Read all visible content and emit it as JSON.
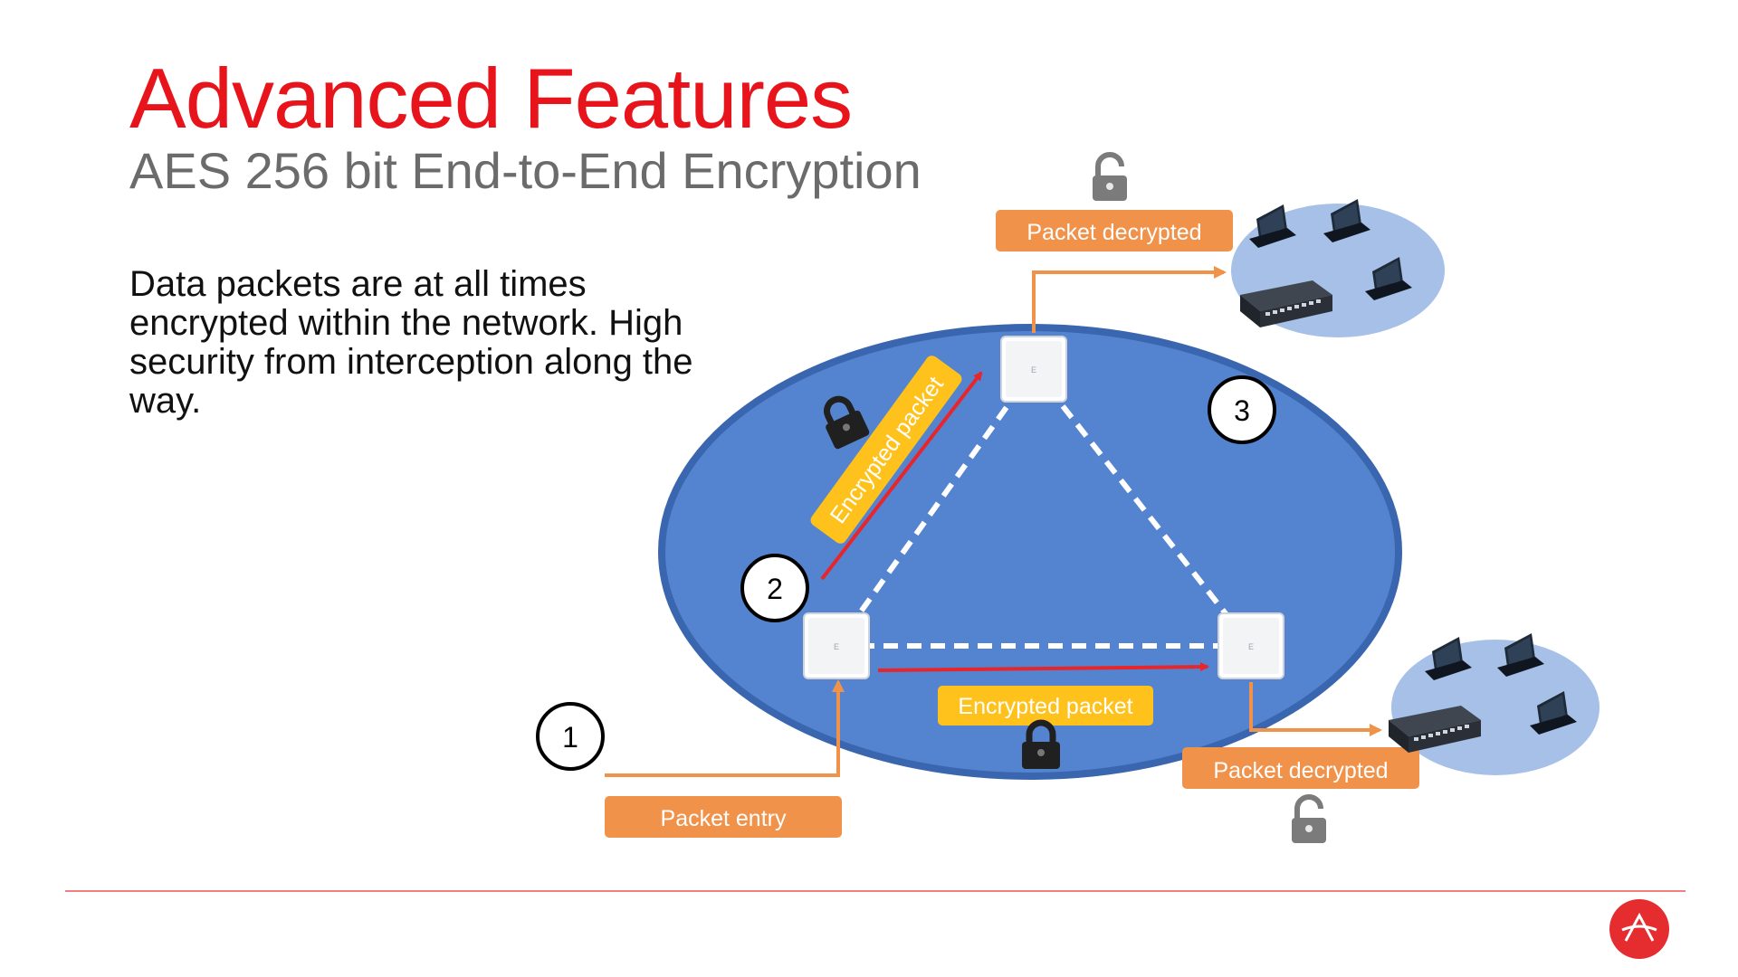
{
  "slide": {
    "title": "Advanced Features",
    "subtitle": "AES 256 bit End-to-End Encryption",
    "description": "Data packets are at all times encrypted within the network. High security from interception along the way."
  },
  "diagram": {
    "labels": {
      "packet_entry": "Packet entry",
      "encrypted_packet_diagonal": "Encrypted packet",
      "encrypted_packet_bottom": "Encrypted packet",
      "packet_decrypted_top": "Packet decrypted",
      "packet_decrypted_bottom": "Packet decrypted"
    },
    "steps": [
      "1",
      "2",
      "3"
    ],
    "node_mark": "E",
    "colors": {
      "mesh_fill": "#5484cf",
      "mesh_border": "#3a66b0",
      "client_cloud": "#a6c0e8",
      "orange_label": "#f0924a",
      "yellow_label": "#ffc21c",
      "arrow_red": "#e8252b",
      "brand_red": "#e52d30"
    },
    "icons": [
      "lock-closed-icon",
      "lock-open-icon",
      "laptop-icon",
      "network-switch-icon",
      "access-point-icon",
      "brand-logo-icon"
    ]
  }
}
